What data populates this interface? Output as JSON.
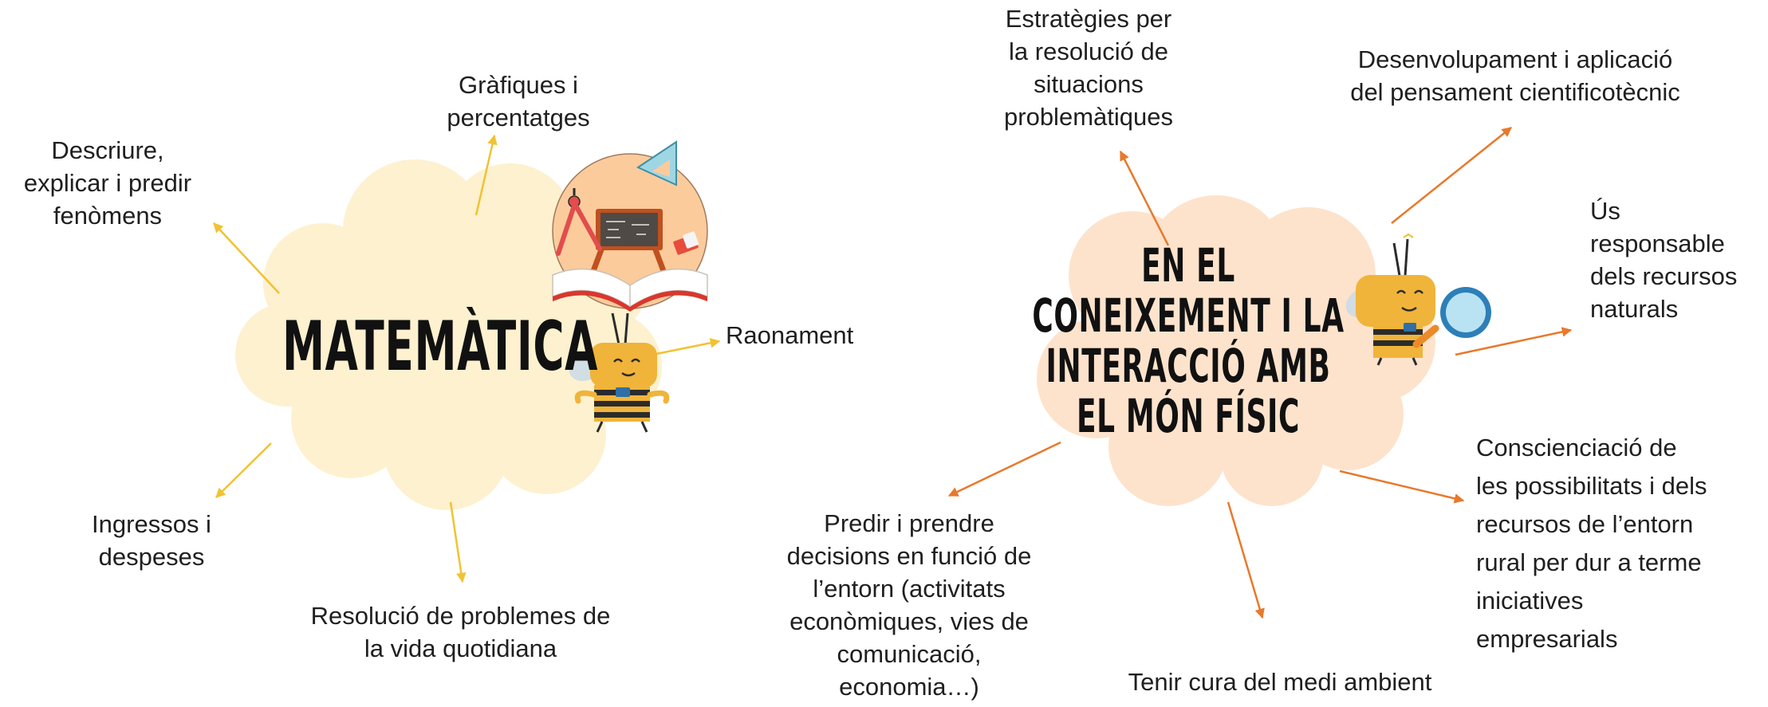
{
  "colors": {
    "cloud_math": "#fdf1cf",
    "cloud_sci": "#fde3cc",
    "arrow_math": "#f1c232",
    "arrow_sci": "#e8792b",
    "bee_body": "#f0b43a",
    "bee_stripe": "#2b2b2b"
  },
  "math": {
    "title": "MATEMÀTICA",
    "branches": [
      {
        "id": "grafiques",
        "label": "Gràfiques i\npercentatges"
      },
      {
        "id": "descriure",
        "label": "Descriure,\nexplicar i predir\nfenòmens"
      },
      {
        "id": "raonament",
        "label": "Raonament"
      },
      {
        "id": "ingressos",
        "label": "Ingressos i\ndespeses"
      },
      {
        "id": "resolucio",
        "label": "Resolució de problemes de\nla vida quotidiana"
      }
    ]
  },
  "science": {
    "title": "EN EL\nCONEIXEMENT I LA\nINTERACCIÓ AMB\nEL MÓN FÍSIC",
    "branches": [
      {
        "id": "estrategies",
        "label": "Estratègies per\nla resolució de\nsituacions\nproblemàtiques"
      },
      {
        "id": "desenvolupament",
        "label": "Desenvolupament i aplicació\ndel pensament cientificotècnic"
      },
      {
        "id": "us",
        "label": "Ús\nresponsable\ndels recursos\nnaturals"
      },
      {
        "id": "conscienciacio",
        "label": "Conscienciació de\nles possibilitats i dels\nrecursos de l’entorn\nrural per dur a terme\niniciatives\nempresarials"
      },
      {
        "id": "tenir",
        "label": "Tenir cura del medi ambient"
      },
      {
        "id": "predir",
        "label": "Predir i prendre\ndecisions en funció de\nl’entorn (activitats\neconòmiques, vies de\ncomunicació,\neconomia…)"
      }
    ]
  }
}
